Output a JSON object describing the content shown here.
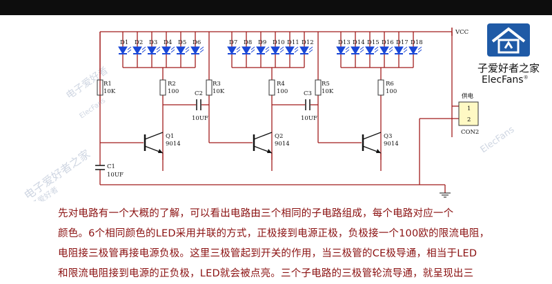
{
  "diagram": {
    "vcc_label": "VCC",
    "gnd_label": "GND",
    "stages": [
      {
        "leds": [
          "D1",
          "D2",
          "D3",
          "D4",
          "D5",
          "D6"
        ],
        "r_base": {
          "ref": "R1",
          "value": "10K"
        },
        "r_col": {
          "ref": "R2",
          "value": "100"
        },
        "cap": {
          "ref": "C1",
          "value": "10UF"
        },
        "q": {
          "ref": "Q1",
          "value": "9014"
        }
      },
      {
        "leds": [
          "D7",
          "D8",
          "D9",
          "D10",
          "D11",
          "D12"
        ],
        "r_base": {
          "ref": "R3",
          "value": "10K"
        },
        "r_col": {
          "ref": "R4",
          "value": "100"
        },
        "cap": {
          "ref": "C2",
          "value": "10UF"
        },
        "q": {
          "ref": "Q2",
          "value": "9014"
        }
      },
      {
        "leds": [
          "D13",
          "D14",
          "D15",
          "D16",
          "D17",
          "D18"
        ],
        "r_base": {
          "ref": "R5",
          "value": "10K"
        },
        "r_col": {
          "ref": "R6",
          "value": "100"
        },
        "cap": {
          "ref": "C3",
          "value": "10UF"
        },
        "q": {
          "ref": "Q3",
          "value": "9014"
        }
      }
    ],
    "connector": {
      "title": "供电",
      "pins": [
        "1",
        "2"
      ],
      "ref": "CON2"
    },
    "led_color": "#1a47d6",
    "wire_color": "#a11b1b"
  },
  "logo": {
    "text_cn": "子爱好者之家",
    "text_en": "ElecFans",
    "mark": "®"
  },
  "watermarks": [
    "电子爱好者",
    "ElecFans",
    "电子爱好者之家",
    "电子爱好者",
    "ElecFans"
  ],
  "paragraph": [
    "先对电路有一个大概的了解，可以看出电路由三个相同的子电路组成，每个电路对应一个",
    "颜色。6个相同颜色的LED采用并联的方式，正极接到电源正极，负极接一个100欧的限流电阻，",
    "电阻接三极管再接电源负极。这里三极管起到开关的作用，当三极管的CE极导通，相当于LED",
    "和限流电阻接到电源的正负极，LED就会被点亮。三个子电路的三极管轮流导通，就呈现出三"
  ]
}
